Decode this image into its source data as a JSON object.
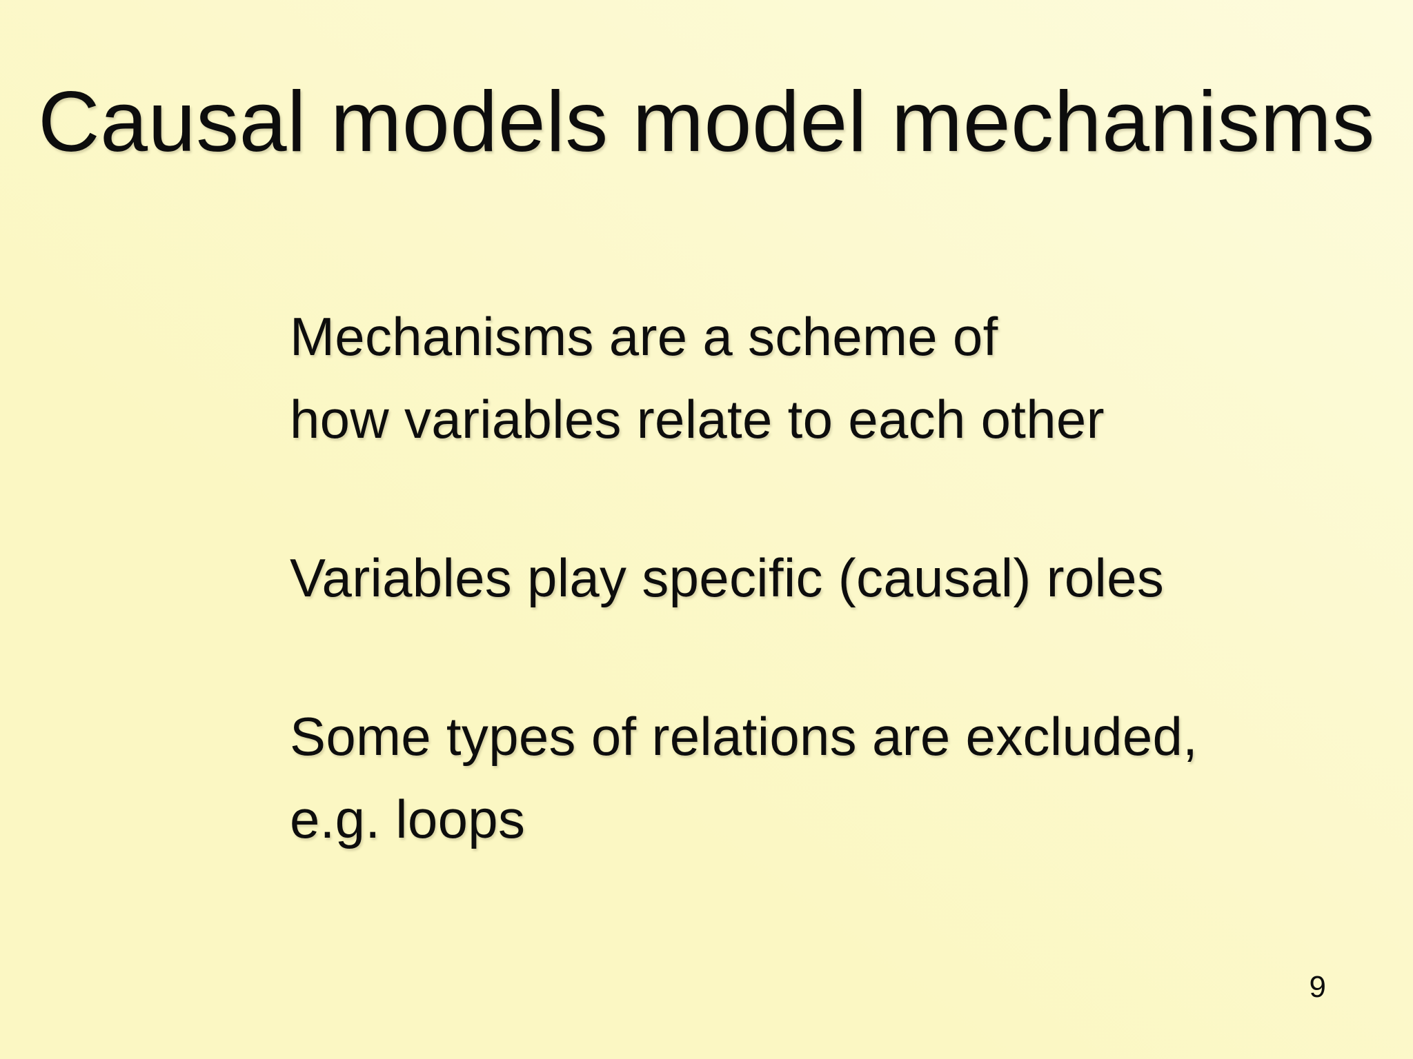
{
  "colors": {
    "bg_base": "#fbf7c3",
    "bg_light": "#fdfbdc",
    "text": "#0d0d0d"
  },
  "slide": {
    "title": "Causal models model mechanisms",
    "paragraphs": [
      {
        "lines": [
          "Mechanisms are a scheme of",
          "how variables relate to each other"
        ]
      },
      {
        "lines": [
          "Variables play specific (causal) roles"
        ]
      },
      {
        "lines": [
          "Some types of relations are excluded,",
          "e.g. loops"
        ]
      }
    ],
    "page_number": "9"
  }
}
